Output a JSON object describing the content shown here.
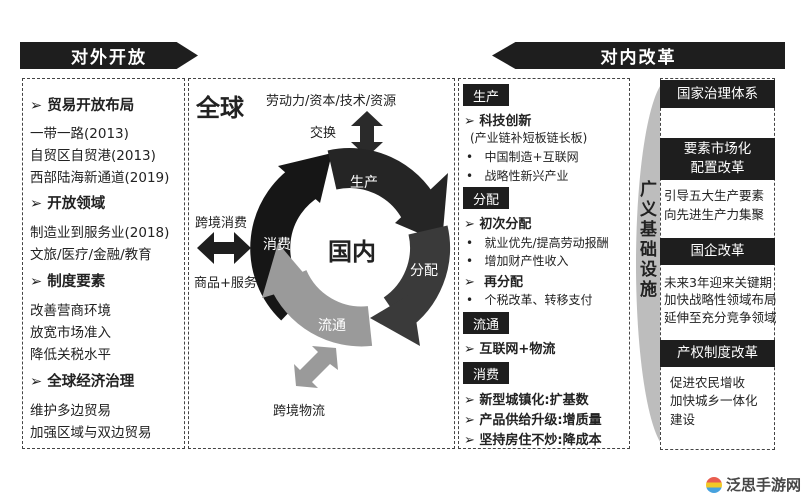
{
  "header_left": "对外开放",
  "header_right": "对内改革",
  "left": {
    "sections": [
      {
        "title": "贸易开放布局",
        "items": [
          "一带一路(2013)",
          "自贸区自贸港(2013)",
          "西部陆海新通道(2019)"
        ]
      },
      {
        "title": "开放领域",
        "items": [
          "制造业到服务业(2018)",
          "文旅/医疗/金融/教育"
        ]
      },
      {
        "title": "制度要素",
        "items": [
          "改善营商环境",
          "放宽市场准入",
          "降低关税水平"
        ]
      },
      {
        "title": "全球经济治理",
        "items": [
          "维护多边贸易",
          "加强区域与双边贸易"
        ]
      }
    ]
  },
  "center": {
    "global": "全球",
    "factors": "劳动力/资本/技术/资源",
    "exchange": "交换",
    "cross_consumption": "跨境消费",
    "goods_services": "商品+服务",
    "cross_logistics": "跨境物流",
    "domestic": "国内",
    "cycle": {
      "production": "生产",
      "distribution": "分配",
      "circulation": "流通",
      "consumption": "消费"
    },
    "colors": {
      "production": "#252525",
      "distribution": "#3a3a3a",
      "circulation": "#9a9a9a",
      "consumption": "#161616"
    }
  },
  "domestic": {
    "production": {
      "tag": "生产",
      "lines": [
        "科技创新",
        "(产业链补短板链长板)",
        "中国制造+互联网",
        "战略性新兴产业"
      ]
    },
    "distribution": {
      "tag": "分配",
      "lines": [
        "初次分配",
        "就业优先/提高劳动报酬",
        "增加财产性收入",
        "再分配",
        "个税改革、转移支付"
      ]
    },
    "circulation": {
      "tag": "流通",
      "lines": [
        "互联网+物流"
      ]
    },
    "consumption": {
      "tag": "消费",
      "lines": [
        "新型城镇化:扩基数",
        "产品供给升级:增质量",
        "坚持房住不炒:降成本"
      ]
    }
  },
  "infrastructure": "广义基础设施",
  "reforms": [
    {
      "title": "国家治理体系",
      "lines": []
    },
    {
      "title": "要素市场化",
      "title2": "配置改革",
      "lines": [
        "引导五大生产要素",
        "向先进生产力集聚"
      ]
    },
    {
      "title": "国企改革",
      "lines": [
        "未来3年迎来关键期",
        "加快战略性领域布局",
        "延伸至充分竞争领域"
      ]
    },
    {
      "title": "产权制度改革",
      "lines": [
        "促进农民增收",
        "加快城乡一体化",
        "建设"
      ]
    }
  ],
  "watermark": "泛思手游网"
}
